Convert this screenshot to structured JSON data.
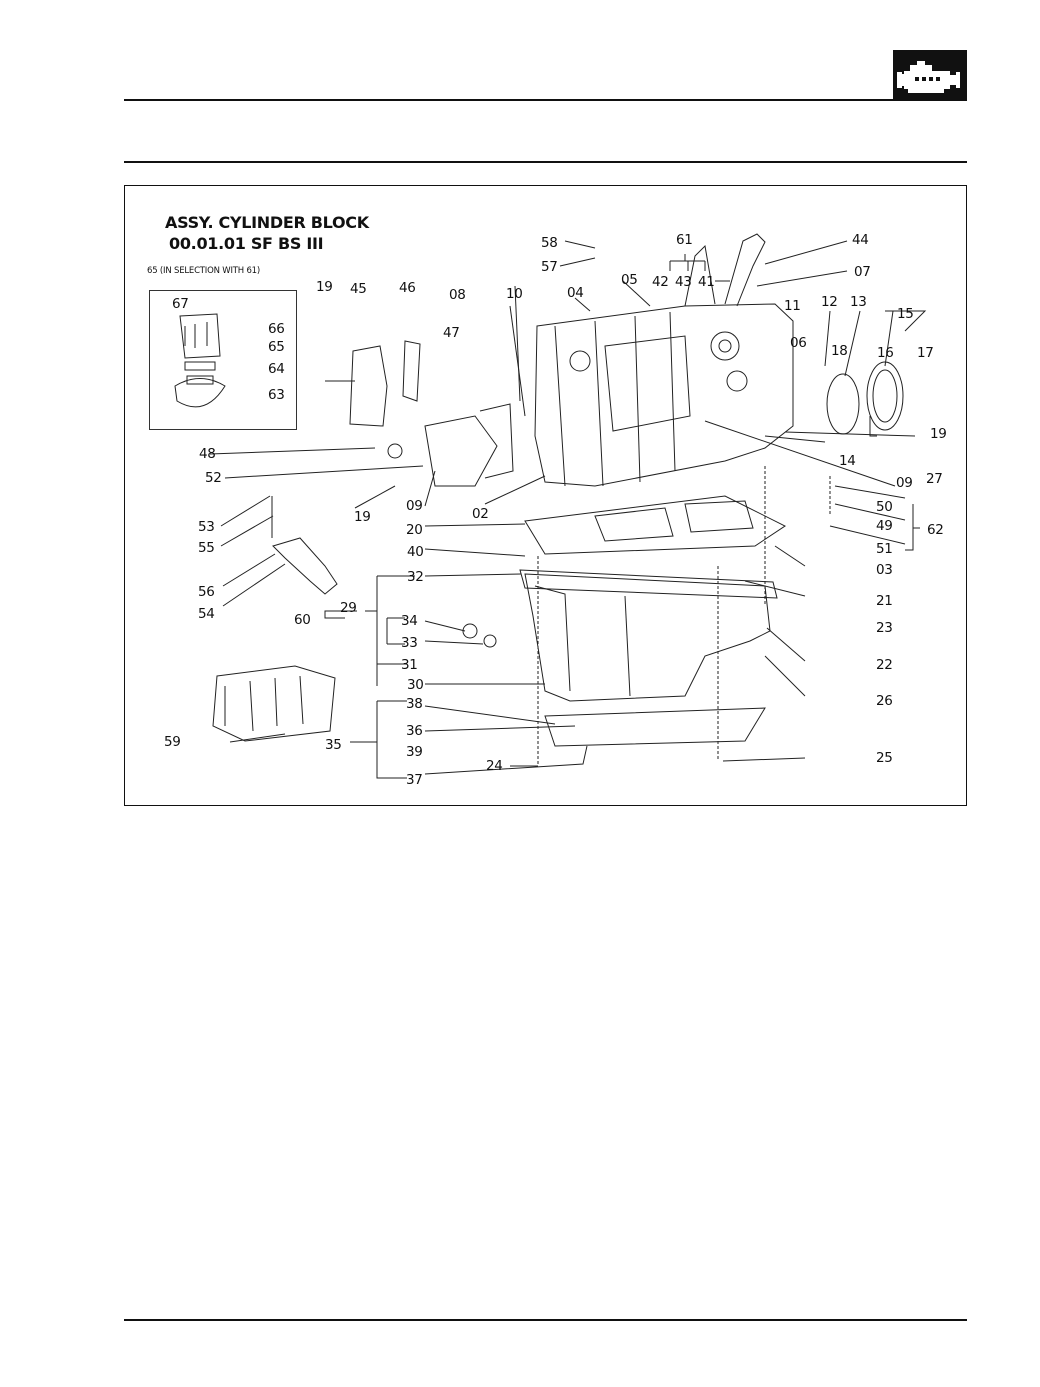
{
  "header": {
    "icon": "engine-icon"
  },
  "figure": {
    "title_line1": "ASSY. CYLINDER BLOCK",
    "title_line2": "00.01.01 SF BS III",
    "selection_note": "65 (IN SELECTION WITH 61)",
    "callouts": [
      {
        "id": "c58",
        "label": "58"
      },
      {
        "id": "c57",
        "label": "57"
      },
      {
        "id": "c61",
        "label": "61"
      },
      {
        "id": "c42",
        "label": "42"
      },
      {
        "id": "c43",
        "label": "43"
      },
      {
        "id": "c41",
        "label": "41"
      },
      {
        "id": "c05",
        "label": "05"
      },
      {
        "id": "c44",
        "label": "44"
      },
      {
        "id": "c07",
        "label": "07"
      },
      {
        "id": "c19a",
        "label": "19"
      },
      {
        "id": "c45",
        "label": "45"
      },
      {
        "id": "c46",
        "label": "46"
      },
      {
        "id": "c08a",
        "label": "08"
      },
      {
        "id": "c10",
        "label": "10"
      },
      {
        "id": "c04",
        "label": "04"
      },
      {
        "id": "c11",
        "label": "11"
      },
      {
        "id": "c12",
        "label": "12"
      },
      {
        "id": "c13",
        "label": "13"
      },
      {
        "id": "c15",
        "label": "15"
      },
      {
        "id": "c06",
        "label": "06"
      },
      {
        "id": "c18",
        "label": "18"
      },
      {
        "id": "c16",
        "label": "16"
      },
      {
        "id": "c17",
        "label": "17"
      },
      {
        "id": "c47",
        "label": "47"
      },
      {
        "id": "c67",
        "label": "67"
      },
      {
        "id": "c66",
        "label": "66"
      },
      {
        "id": "c65",
        "label": "65"
      },
      {
        "id": "c64",
        "label": "64"
      },
      {
        "id": "c63",
        "label": "63"
      },
      {
        "id": "c19b",
        "label": "19"
      },
      {
        "id": "c48",
        "label": "48"
      },
      {
        "id": "c14",
        "label": "14"
      },
      {
        "id": "c09a",
        "label": "09"
      },
      {
        "id": "c27",
        "label": "27"
      },
      {
        "id": "c52",
        "label": "52"
      },
      {
        "id": "c09b",
        "label": "09"
      },
      {
        "id": "c19c",
        "label": "19"
      },
      {
        "id": "c02",
        "label": "02"
      },
      {
        "id": "c50",
        "label": "50"
      },
      {
        "id": "c53",
        "label": "53"
      },
      {
        "id": "c49",
        "label": "49"
      },
      {
        "id": "c62",
        "label": "62"
      },
      {
        "id": "c20",
        "label": "20"
      },
      {
        "id": "c55",
        "label": "55"
      },
      {
        "id": "c51",
        "label": "51"
      },
      {
        "id": "c40",
        "label": "40"
      },
      {
        "id": "c03",
        "label": "03"
      },
      {
        "id": "c32",
        "label": "32"
      },
      {
        "id": "c56",
        "label": "56"
      },
      {
        "id": "c21",
        "label": "21"
      },
      {
        "id": "c54",
        "label": "54"
      },
      {
        "id": "c29",
        "label": "29"
      },
      {
        "id": "c60",
        "label": "60"
      },
      {
        "id": "c34",
        "label": "34"
      },
      {
        "id": "c23",
        "label": "23"
      },
      {
        "id": "c33",
        "label": "33"
      },
      {
        "id": "c31",
        "label": "31"
      },
      {
        "id": "c22",
        "label": "22"
      },
      {
        "id": "c30",
        "label": "30"
      },
      {
        "id": "c38",
        "label": "38"
      },
      {
        "id": "c26",
        "label": "26"
      },
      {
        "id": "c36",
        "label": "36"
      },
      {
        "id": "c59",
        "label": "59"
      },
      {
        "id": "c35",
        "label": "35"
      },
      {
        "id": "c39",
        "label": "39"
      },
      {
        "id": "c24",
        "label": "24"
      },
      {
        "id": "c25",
        "label": "25"
      },
      {
        "id": "c37",
        "label": "37"
      }
    ]
  }
}
